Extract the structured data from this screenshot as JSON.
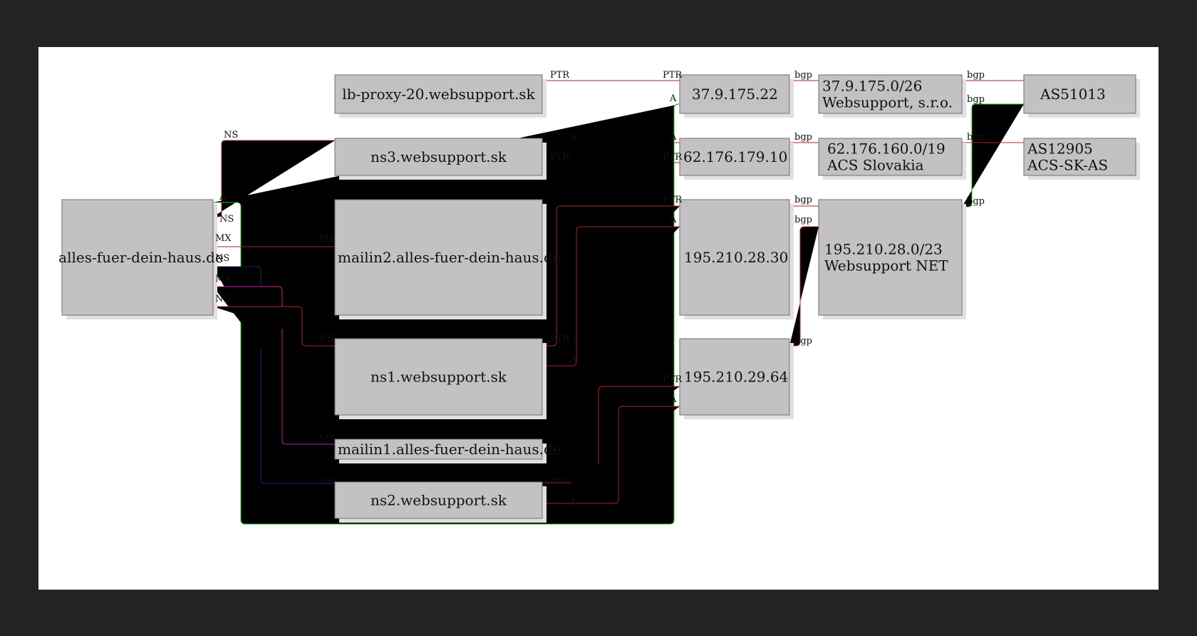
{
  "colors": {
    "background": "#232323",
    "canvas": "#ffffff",
    "node_fill": "#c4c1c4",
    "node_border": "#6f6f6f",
    "edge_red": "#b22222",
    "edge_green": "#22bb22",
    "edge_navy": "#1a237e",
    "edge_magenta": "#cc1fa0"
  },
  "nodes": {
    "domain": [
      "alles-fuer-dein-haus.de"
    ],
    "lb": [
      "lb-proxy-20.websupport.sk"
    ],
    "ns3": [
      "ns3.websupport.sk"
    ],
    "mailin2": [
      "mailin2.alles-fuer-dein-haus.de"
    ],
    "ns1": [
      "ns1.websupport.sk"
    ],
    "mailin1": [
      "mailin1.alles-fuer-dein-haus.de"
    ],
    "ns2": [
      "ns2.websupport.sk"
    ],
    "ip1": [
      "37.9.175.22"
    ],
    "ip2": [
      "62.176.179.10"
    ],
    "ip3": [
      "195.210.28.30"
    ],
    "ip4": [
      "195.210.29.64"
    ],
    "net1": [
      "37.9.175.0/26",
      "Websupport, s.r.o."
    ],
    "net2": [
      "62.176.160.0/19",
      "ACS Slovakia"
    ],
    "net3": [
      "195.210.28.0/23",
      "Websupport NET"
    ],
    "as1": [
      "AS51013"
    ],
    "as2": [
      "AS12905",
      "ACS-SK-AS"
    ]
  },
  "edge_labels": {
    "a": "A",
    "ns": "NS",
    "mx": "MX",
    "ptr": "PTR",
    "bgp": "bgp"
  },
  "edges": [
    {
      "from": "lb",
      "to": "ip1",
      "label": "PTR",
      "to_label": "PTR",
      "color": "edge_red"
    },
    {
      "from": "ip1",
      "to": "net1",
      "label": "bgp",
      "color": "edge_red"
    },
    {
      "from": "net1",
      "to": "as1",
      "label": "bgp",
      "color": "edge_red"
    },
    {
      "from": "net3",
      "to": "as1",
      "label": "bgp",
      "to_label": "bgp",
      "color": "edge_green"
    },
    {
      "from": "domain",
      "to": "ns3",
      "label": "NS",
      "color": "edge_red"
    },
    {
      "from": "ns3",
      "to": "ip2",
      "label": "A",
      "to_label": "A",
      "color": "edge_red"
    },
    {
      "from": "ns3",
      "to": "ip2",
      "label": "PTR",
      "to_label": "PTR",
      "color": "edge_red"
    },
    {
      "from": "ip2",
      "to": "net2",
      "label": "bgp",
      "color": "edge_red"
    },
    {
      "from": "net2",
      "to": "as2",
      "label": "bgp",
      "color": "edge_red"
    },
    {
      "from": "domain",
      "to": "ip1",
      "label": "A",
      "to_label": "A",
      "color": "edge_green"
    },
    {
      "from": "domain",
      "to": "mailin2",
      "label": "MX",
      "to_label": "MX",
      "color": "edge_red"
    },
    {
      "from": "domain",
      "to": "ns2",
      "label": "NS",
      "to_label": "NS",
      "color": "edge_navy"
    },
    {
      "from": "domain",
      "to": "mailin1",
      "label": "MX",
      "to_label": "MX",
      "color": "edge_magenta"
    },
    {
      "from": "domain",
      "to": "ns1",
      "label": "NS",
      "to_label": "NS",
      "color": "edge_red"
    },
    {
      "from": "ns1",
      "to": "ip3",
      "label": "PTR",
      "to_label": "PTR",
      "color": "edge_red"
    },
    {
      "from": "ns1",
      "to": "ip3",
      "label": "A",
      "to_label": "A",
      "color": "edge_red"
    },
    {
      "from": "ip3",
      "to": "net3",
      "label": "bgp",
      "color": "edge_red"
    },
    {
      "from": "ip4",
      "to": "net3",
      "label": "bgp",
      "to_label": "bgp",
      "color": "edge_red"
    },
    {
      "from": "ns2",
      "to": "ip4",
      "label": "PTR",
      "to_label": "PTR",
      "color": "edge_red"
    },
    {
      "from": "ns2",
      "to": "ip4",
      "label": "A",
      "to_label": "A",
      "color": "edge_red"
    }
  ]
}
